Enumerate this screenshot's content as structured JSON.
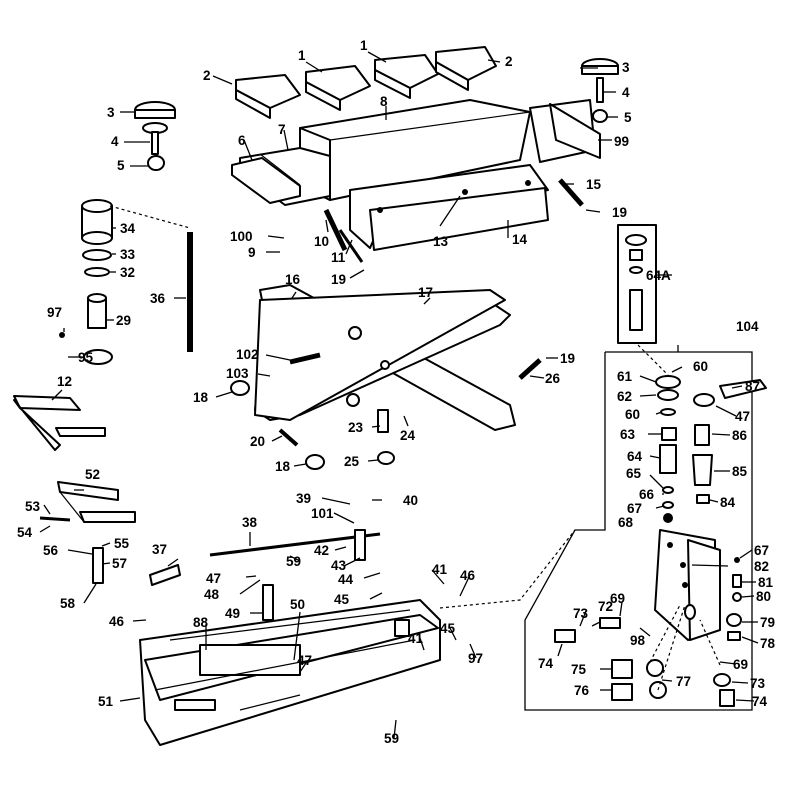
{
  "callouts": [
    "1",
    "2",
    "3",
    "4",
    "5",
    "6",
    "7",
    "8",
    "9",
    "10",
    "11",
    "12",
    "13",
    "14",
    "15",
    "16",
    "17",
    "18",
    "19",
    "20",
    "23",
    "24",
    "25",
    "26",
    "29",
    "32",
    "33",
    "34",
    "36",
    "37",
    "38",
    "39",
    "40",
    "41",
    "42",
    "43",
    "44",
    "45",
    "46",
    "47",
    "48",
    "49",
    "50",
    "51",
    "52",
    "53",
    "54",
    "55",
    "56",
    "57",
    "58",
    "59",
    "60",
    "61",
    "62",
    "63",
    "64",
    "64A",
    "65",
    "66",
    "67",
    "68",
    "69",
    "72",
    "73",
    "74",
    "75",
    "76",
    "77",
    "78",
    "79",
    "80",
    "81",
    "82",
    "84",
    "85",
    "86",
    "87",
    "88",
    "95",
    "97",
    "98",
    "99",
    "100",
    "101",
    "102",
    "103",
    "104"
  ],
  "colors": {
    "line": "#000000",
    "paper": "#ffffff"
  }
}
